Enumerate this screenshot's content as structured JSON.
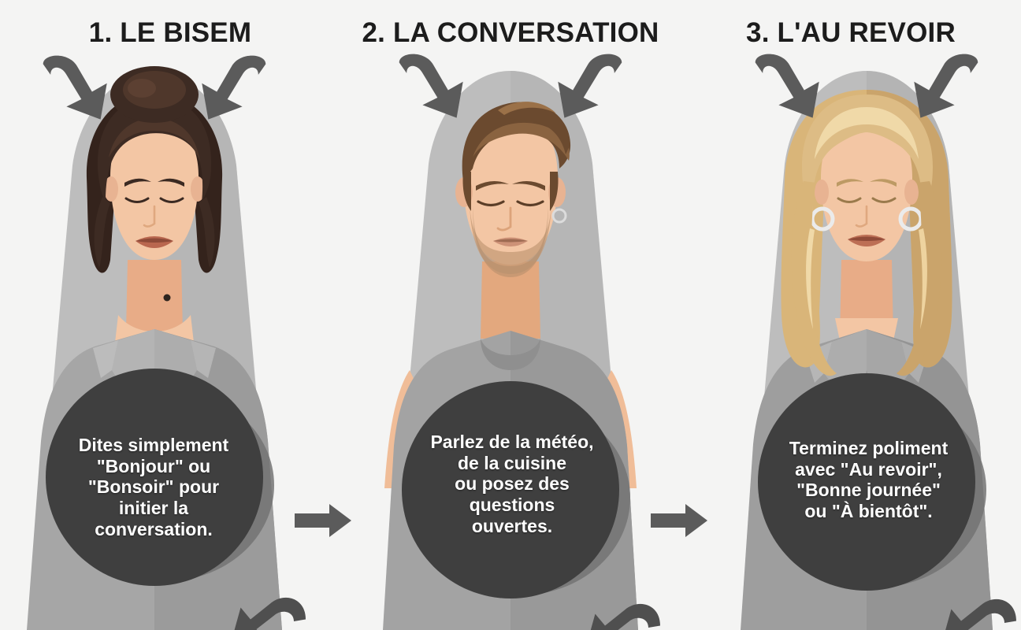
{
  "meta": {
    "background_color": "#f4f4f3",
    "title_color": "#1c1c1c",
    "bubble_color": "#3f3f3f",
    "bubble_shadow_color": "#6e6e6e",
    "arrow_color": "#5b5b5b",
    "garment_gray": "#a8a8a8",
    "veil_gray": "#b4b4b4",
    "skin_color": "#f2c3a0"
  },
  "panels": [
    {
      "title": "1. LE BISEM",
      "bubble_text": "Dites simplement\n\"Bonjour\" ou\n\"Bonsoir\" pour\ninitier la\nconversation.",
      "figure": {
        "name": "woman-brunette-updo",
        "hair_color": "#3d2b23",
        "hair_highlight": "#5c4032",
        "garment": "gray-blazer",
        "features": [
          "closed-eyes",
          "red-lips",
          "beauty-mark",
          "updo-bun"
        ]
      }
    },
    {
      "title": "2. LA CONVERSATION",
      "bubble_text": "Parlez de la météo,\nde la cuisine\nou posez des\nquestions\nouvertes.",
      "figure": {
        "name": "man-brown-hair-stubble",
        "hair_color": "#6b4a2f",
        "hair_highlight": "#8a6340",
        "garment": "gray-tshirt",
        "features": [
          "closed-eyes",
          "stubble-beard",
          "hoop-earring",
          "swept-hair"
        ]
      }
    },
    {
      "title": "3. L'AU REVOIR",
      "bubble_text": "Terminez poliment\navec \"Au revoir\",\n\"Bonne journée\"\nou \"À bientôt\".",
      "figure": {
        "name": "woman-blonde-wavy",
        "hair_color": "#d9b579",
        "hair_highlight": "#f0d9a8",
        "garment": "gray-blazer",
        "features": [
          "closed-eyes",
          "hoop-earrings",
          "wavy-long-hair",
          "red-lips"
        ]
      }
    }
  ],
  "connectors": [
    {
      "name": "step-arrow-1-to-2",
      "direction": "right"
    },
    {
      "name": "step-arrow-2-to-3",
      "direction": "right"
    }
  ],
  "decor_arrows": [
    {
      "name": "curved-arrow-down-right-panel-1"
    },
    {
      "name": "curved-arrow-down-left-panel-1"
    },
    {
      "name": "curved-arrow-up-left-panel-1"
    },
    {
      "name": "curved-arrow-down-right-panel-2"
    },
    {
      "name": "curved-arrow-down-left-panel-2"
    },
    {
      "name": "curved-arrow-up-left-panel-2"
    },
    {
      "name": "curved-arrow-down-right-panel-3"
    },
    {
      "name": "curved-arrow-down-left-panel-3"
    },
    {
      "name": "curved-arrow-up-left-panel-3"
    }
  ]
}
